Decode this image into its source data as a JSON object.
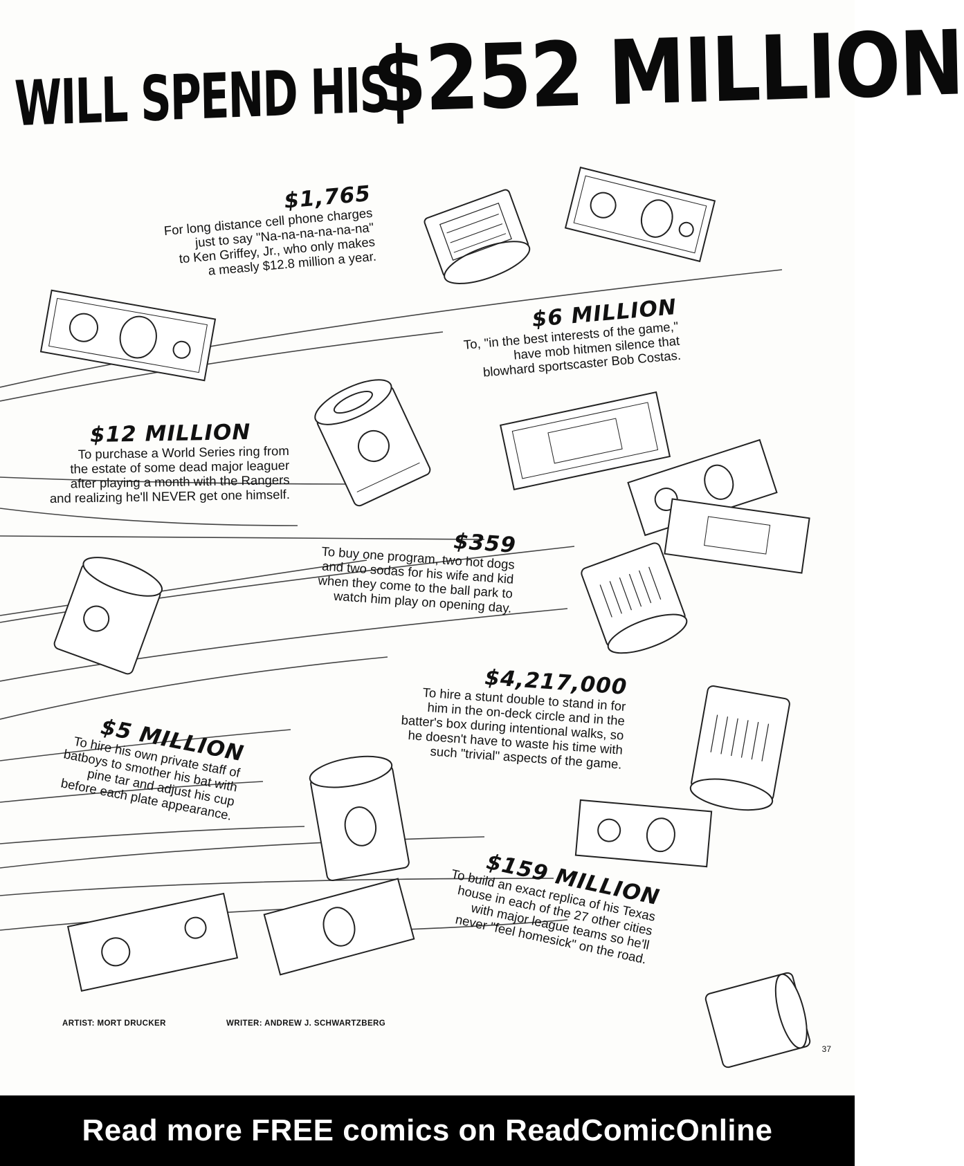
{
  "headline": {
    "line1": "WILL SPEND HIS",
    "amount": "$252 MILLION"
  },
  "items": [
    {
      "amount": "$1,765",
      "lines": [
        "For long distance cell phone charges",
        "just to say \"Na-na-na-na-na-na\"",
        "to Ken Griffey, Jr., who only makes",
        "a measly $12.8 million a year."
      ]
    },
    {
      "amount": "$6 MILLION",
      "lines": [
        "To, \"in the best interests of the game,\"",
        "have mob hitmen silence that",
        "blowhard sportscaster Bob Costas."
      ]
    },
    {
      "amount": "$12 MILLION",
      "lines": [
        "To purchase a World Series ring from",
        "the estate of some dead major leaguer",
        "after playing a month with the Rangers",
        "and realizing he'll NEVER get one himself."
      ]
    },
    {
      "amount": "$359",
      "lines": [
        "To buy one program, two hot dogs",
        "and two sodas for his wife and kid",
        "when they come to the ball park to",
        "watch him play on opening day."
      ]
    },
    {
      "amount": "$4,217,000",
      "lines": [
        "To hire a stunt double to stand in for",
        "him in the on-deck circle and in the",
        "batter's box during intentional walks, so",
        "he doesn't have to waste his time with",
        "such \"trivial\" aspects of the game."
      ]
    },
    {
      "amount": "$5 MILLION",
      "lines": [
        "To hire his own private staff of",
        "batboys to smother his bat with",
        "pine tar and adjust his cup",
        "before each plate appearance."
      ]
    },
    {
      "amount": "$159 MILLION",
      "lines": [
        "To build an exact replica of his Texas",
        "house in each of the 27 other cities",
        "with major league teams so he'll",
        "never \"feel homesick\" on the road."
      ]
    }
  ],
  "credits": {
    "artist": "ARTIST: MORT DRUCKER",
    "writer": "WRITER: ANDREW J. SCHWARTZBERG"
  },
  "page_number": "37",
  "banner": "Read more FREE comics on ReadComicOnline"
}
